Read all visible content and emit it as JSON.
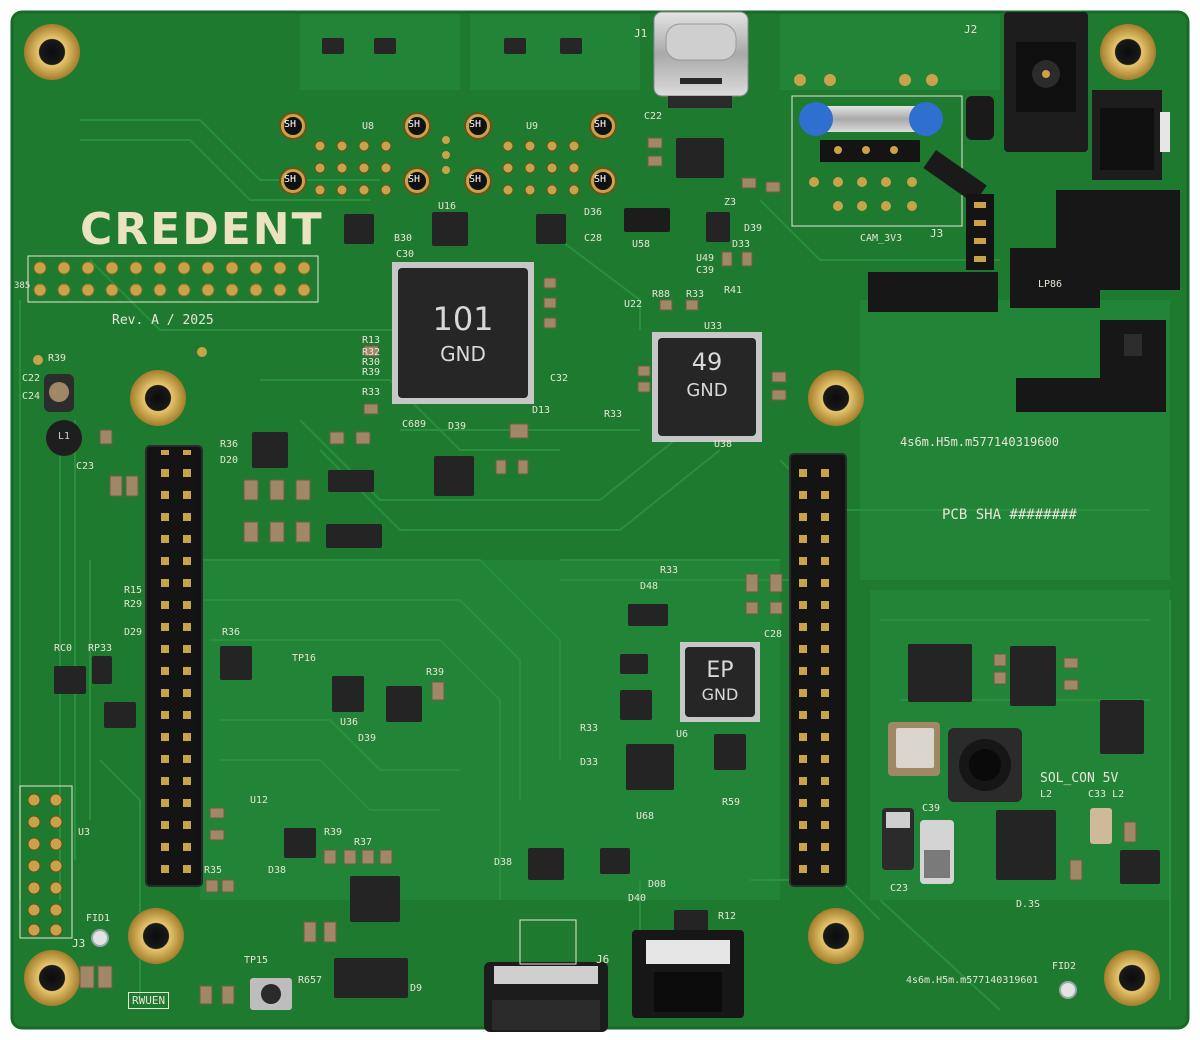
{
  "board": {
    "brand": "CREDENT",
    "revision": "Rev. A / 2025",
    "hash_top": "4s6m.H5m.m577140319600",
    "hash_bottom": "4s6m.H5m.m577140319601",
    "pcb_sha": "PCB  SHA ########",
    "solar": "SOL_CON 5V",
    "cam": "CAM_3V3",
    "lp": "LP86"
  },
  "chips": {
    "main_cpu": {
      "line1": "101",
      "line2": "GND"
    },
    "pmic": {
      "line1": "49",
      "line2": "GND"
    },
    "bridge": {
      "line1": "EP",
      "line2": "GND"
    }
  },
  "shield_label": "SH",
  "refdes": {
    "j1": "J1",
    "j2": "J2",
    "j3": "J3",
    "j3b": "J3",
    "j6": "J6",
    "u8": "U8",
    "u9": "U9",
    "u16": "U16",
    "u58": "U58",
    "u22": "U22",
    "u33": "U33",
    "u38": "U38",
    "u49": "U49",
    "u6": "U6",
    "u68": "U68",
    "u12": "U12",
    "u36": "U36",
    "u3": "U3",
    "b30": "B30",
    "c30": "C30",
    "c22": "C22",
    "c28": "C28",
    "d36": "D36",
    "z3": "Z3",
    "d39": "D39",
    "d33": "D33",
    "c39": "C39",
    "r41": "R41",
    "r88": "R88",
    "r33": "R33",
    "r13": "R13",
    "r32": "R32",
    "r30": "R30",
    "r39": "R39",
    "c32": "C32",
    "c689": "C689",
    "d13": "D13",
    "r36": "R36",
    "d20": "D20",
    "l1": "L1",
    "c23": "C23",
    "r15": "R15",
    "r29": "R29",
    "d29": "D29",
    "rc0": "RC0",
    "rp33": "RP33",
    "tp16": "TP16",
    "tp15": "TP15",
    "d48": "D48",
    "r59": "R59",
    "fid1": "FID1",
    "fid2": "FID2",
    "r35": "R35",
    "d38": "D38",
    "d38b": "D38",
    "d08": "D08",
    "d40": "D40",
    "r12": "R12",
    "r657": "R657",
    "d9": "D9",
    "rwuen": "RWUEN",
    "l2": "L2",
    "c33": "C33 L2",
    "c23b": "C23",
    "c39b": "C39",
    "d35": "D.3S",
    "c22b": "C22",
    "c24": "C24",
    "h385": "385",
    "r37": "R37"
  },
  "colors": {
    "soldermask": "#1e7a2e",
    "soldermask_dark": "#14612a",
    "trace": "#2b8f3d",
    "copper_gold": "#c9a24a",
    "silkscreen": "#e8e4d6",
    "ic_body": "#2a2a2a",
    "capacitor": "#a08866",
    "crystal": "#2f6fd0"
  }
}
